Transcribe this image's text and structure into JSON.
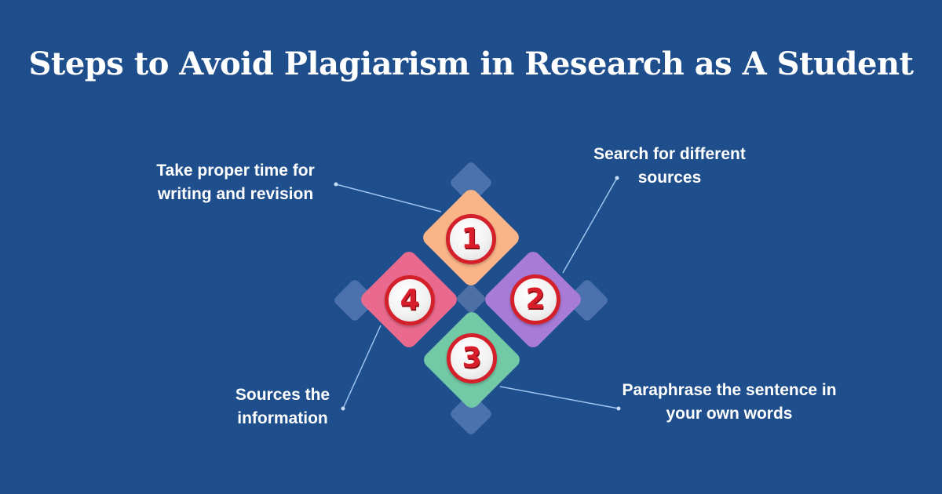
{
  "title": "Steps to Avoid Plagiarism in Research as A Student",
  "colors": {
    "background": "#1F4E8C",
    "step1": "#F9B487",
    "step2": "#A77BD6",
    "step3": "#72C9A6",
    "step4": "#E96A8E",
    "badge_ring": "#D4202A",
    "badge_number": "#D81E2A",
    "connector_line": "#9FC3EE"
  },
  "steps": [
    {
      "number": "1",
      "label_lines": [
        "Take proper time for",
        "writing and revision"
      ]
    },
    {
      "number": "2",
      "label_lines": [
        "Search for different",
        "sources"
      ]
    },
    {
      "number": "3",
      "label_lines": [
        "Paraphrase the sentence in",
        "your own words"
      ]
    },
    {
      "number": "4",
      "label_lines": [
        "Sources the",
        "information"
      ]
    }
  ]
}
